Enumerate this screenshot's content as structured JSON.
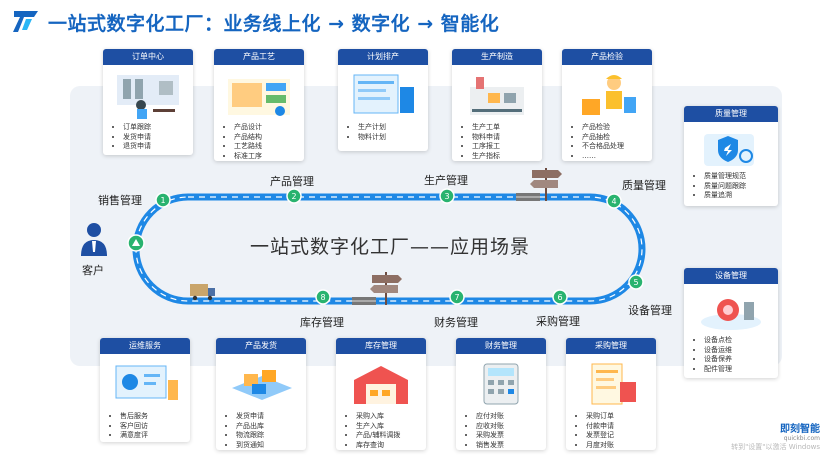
{
  "title": "一站式数字化工厂：业务线上化 → 数字化 → 智能化",
  "center_title": "一站式数字化工厂——应用场景",
  "customer_label": "客户",
  "nodes": [
    {
      "num": "1",
      "label": "销售管理"
    },
    {
      "num": "2",
      "label": "产品管理"
    },
    {
      "num": "3",
      "label": "生产管理"
    },
    {
      "num": "4",
      "label": "质量管理"
    },
    {
      "num": "5",
      "label": "设备管理"
    },
    {
      "num": "6",
      "label": "采购管理"
    },
    {
      "num": "7",
      "label": "财务管理"
    },
    {
      "num": "8",
      "label": "库存管理"
    }
  ],
  "top_cards": [
    {
      "header": "订单中心",
      "items": [
        "订单跟踪",
        "发货申请",
        "退货申请"
      ]
    },
    {
      "header": "产品工艺",
      "items": [
        "产品设计",
        "产品结构",
        "工艺路线",
        "标准工序"
      ]
    },
    {
      "header": "计划排产",
      "items": [
        "生产计划",
        "物料计划"
      ]
    },
    {
      "header": "生产制造",
      "items": [
        "生产工单",
        "物料申请",
        "工序报工",
        "生产指标"
      ]
    },
    {
      "header": "产品检验",
      "items": [
        "产品检验",
        "产品抽检",
        "不合格品处理",
        "……"
      ]
    }
  ],
  "bottom_cards": [
    {
      "header": "运维服务",
      "items": [
        "售后服务",
        "客户回访",
        "满意度评"
      ]
    },
    {
      "header": "产品发货",
      "items": [
        "发货申请",
        "产品出库",
        "物流跟踪",
        "到货通知"
      ]
    },
    {
      "header": "库存管理",
      "items": [
        "采购入库",
        "生产入库",
        "产品/辅料调拨",
        "库存查询"
      ]
    },
    {
      "header": "财务管理",
      "items": [
        "应付对账",
        "应收对账",
        "采购发票",
        "销售发票"
      ]
    },
    {
      "header": "采购管理",
      "items": [
        "采购订单",
        "付款申请",
        "发票登记",
        "月度对账"
      ]
    }
  ],
  "side_cards": [
    {
      "header": "质量管理",
      "items": [
        "质量管理规范",
        "质量问题跟踪",
        "质量追溯"
      ]
    },
    {
      "header": "设备管理",
      "items": [
        "设备点检",
        "设备运维",
        "设备保养",
        "配件管理"
      ]
    }
  ],
  "watermark": {
    "brand": "即刻智能",
    "domain": "quickbi.com",
    "text": "转到\"设置\"以激活 Windows"
  },
  "colors": {
    "brand_blue": "#1565c0",
    "track_blue": "#1e88e5",
    "card_header": "#1e4fa3",
    "node_green": "#29b36f"
  }
}
